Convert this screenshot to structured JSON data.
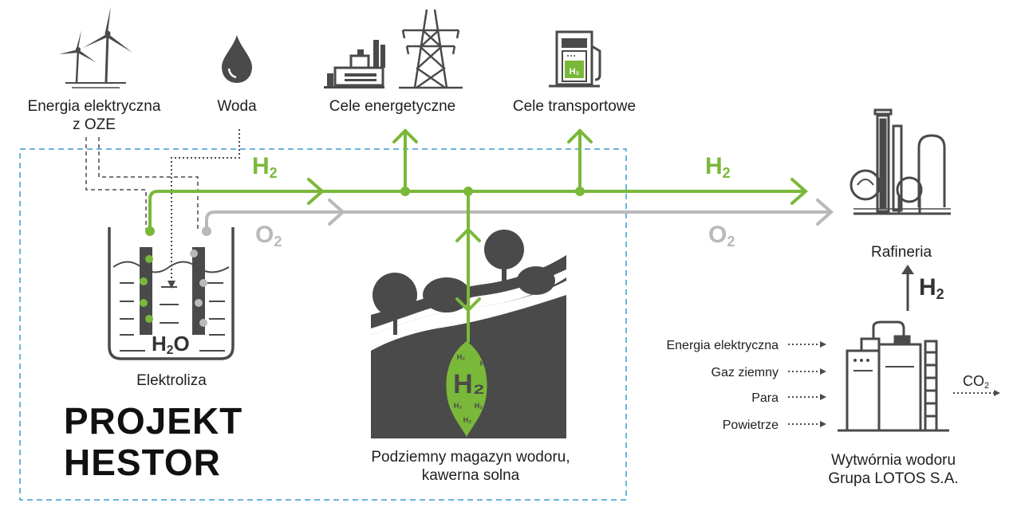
{
  "colors": {
    "green": "#7ab83a",
    "grey": "#b9b9b9",
    "dark": "#4a4a4a",
    "dashed_border": "#3a9bd0"
  },
  "labels": {
    "energy_line1": "Energia elektryczna",
    "energy_line2": "z OZE",
    "water": "Woda",
    "energy_purposes": "Cele energetyczne",
    "transport_purposes": "Cele transportowe",
    "refinery": "Rafineria",
    "electrolysis": "Elektroliza",
    "storage_line1": "Podziemny magazyn wodoru,",
    "storage_line2": "kawerna solna",
    "plant_line1": "Wytwórnia wodoru",
    "plant_line2": "Grupa LOTOS S.A."
  },
  "project": {
    "line1": "PROJEKT",
    "line2": "HESTOR"
  },
  "formulas": {
    "h2_main": "H",
    "h2_main_sub": "2",
    "h2_right": "H",
    "h2_right_sub": "2",
    "o2_main": "O",
    "o2_main_sub": "2",
    "o2_right": "O",
    "o2_right_sub": "2",
    "h2_plant": "H",
    "h2_plant_sub": "2",
    "water_tank": "H",
    "water_tank_sub": "2",
    "water_tank_o": "O",
    "co2": "CO",
    "co2_sub": "2",
    "pump_h2": "H₂",
    "leaf_big": "H₂",
    "leaf_small": "H₂"
  },
  "plant_inputs": [
    "Energia elektryczna",
    "Gaz ziemny",
    "Para",
    "Powietrze"
  ]
}
